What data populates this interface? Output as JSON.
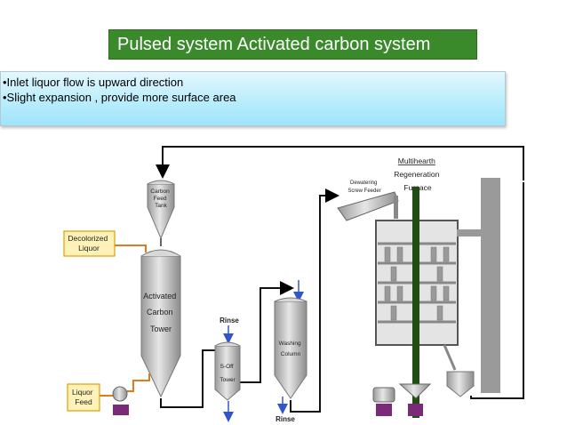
{
  "title": "Pulsed system Activated carbon system",
  "bullets": [
    "•Inlet liquor flow is upward direction",
    "•Slight expansion , provide more surface area"
  ],
  "diagram": {
    "feed_tank_label": [
      "Carbon",
      "Feed",
      "Tank"
    ],
    "decolorized_label": [
      "Decolorized",
      "Liquor"
    ],
    "liquor_feed_label": [
      "Liquor",
      "Feed"
    ],
    "tower_label": [
      "Activated",
      "Carbon",
      "Tower"
    ],
    "rinse_top": "Rinse",
    "rinse_bottom": "Rinse",
    "soff_label": [
      "S-Off",
      "Tower"
    ],
    "washing_label": [
      "Washing",
      "Column"
    ],
    "dewatering_label": [
      "Dewatering",
      "Screw Feeder"
    ],
    "furnace_label": [
      "Multihearth",
      "Regeneration",
      "Furnace"
    ]
  },
  "colors": {
    "title_bg": "#3a8a2c",
    "label_box_bg": "#fff2b8",
    "label_box_border": "#e0a000",
    "liquor_line": "#e07a20",
    "rinse": "#3355cc",
    "base": "#7a2a78",
    "vessel": "#c8c8c8"
  }
}
